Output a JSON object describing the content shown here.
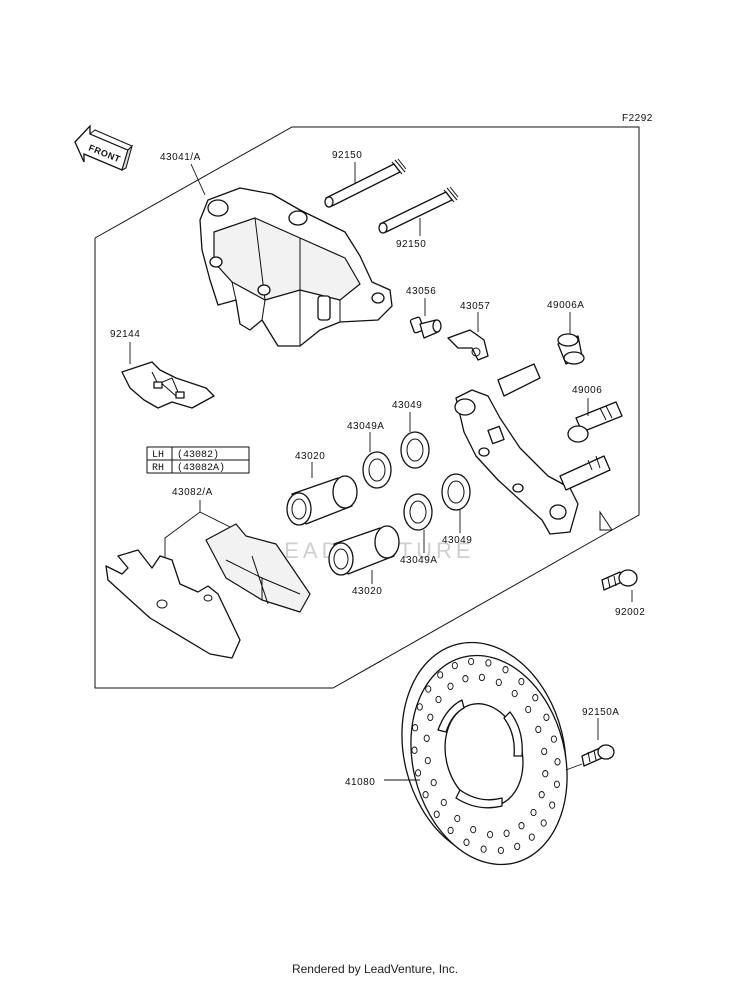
{
  "figure_code": "F2292",
  "front_label": "FRONT",
  "watermark": "LEADVENTURE",
  "footer": "Rendered by LeadVenture, Inc.",
  "legend": {
    "rows": [
      {
        "side": "LH",
        "part": "(43082)"
      },
      {
        "side": "RH",
        "part": "(43082A)"
      }
    ]
  },
  "callouts": {
    "caliper": "43041/A",
    "pin_upper": "92150",
    "pin_lower": "92150",
    "bleeder": "43056",
    "clip": "43057",
    "boot": "49006A",
    "spring": "92144",
    "bolt_49006": "49006",
    "seal_upper": "43049",
    "seal_a_upper": "43049A",
    "piston_upper": "43020",
    "pad_set": "43082/A",
    "seal_a_lower": "43049A",
    "seal_lower": "43049",
    "piston_lower": "43020",
    "bolt_92002": "92002",
    "bolt_92150a": "92150A",
    "disc": "41080"
  }
}
